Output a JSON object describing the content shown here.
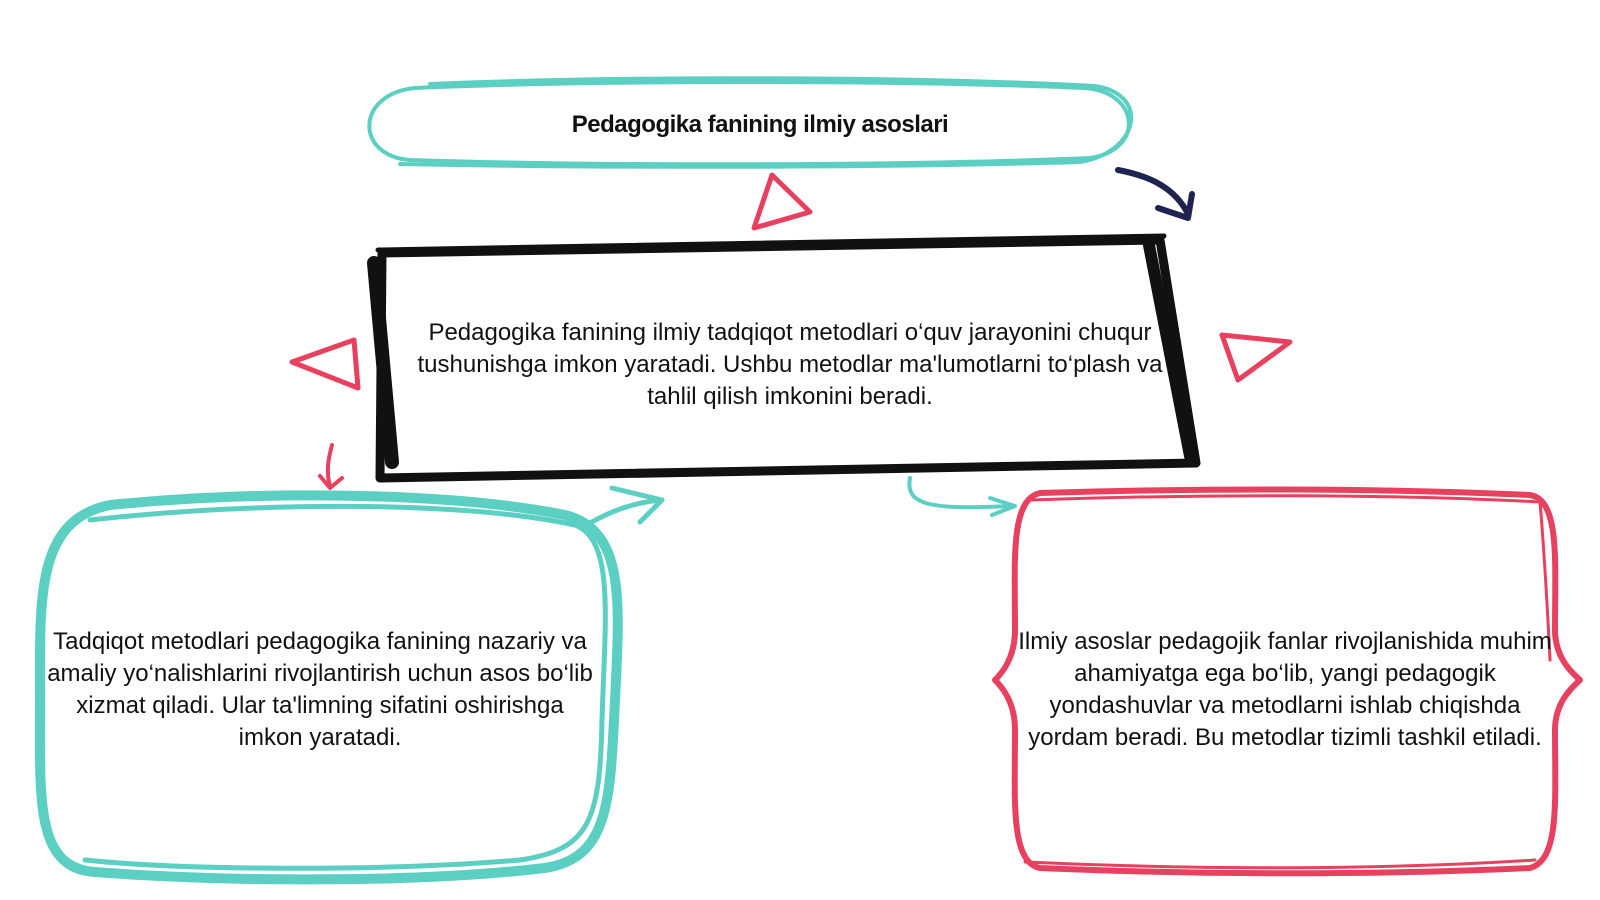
{
  "title": "Pedagogika fanining ilmiy asoslari",
  "center_text": "Pedagogika fanining ilmiy tadqiqot metodlari o‘quv jarayonini chuqur tushunishga imkon yaratadi. Ushbu metodlar ma'lumotlarni to‘plash va tahlil qilish imkonini beradi.",
  "left_text": "Tadqiqot metodlari pedagogika fanining nazariy va amaliy yo‘nalishlarini rivojlantirish uchun asos bo‘lib xizmat qiladi. Ular ta'limning sifatini oshirishga imkon yaratadi.",
  "right_text": "Ilmiy asoslar pedagojik fanlar rivojlanishida muhim ahamiyatga ega bo‘lib, yangi pedagogik yondashuvlar va metodlarni ishlab chiqishda yordam beradi. Bu metodlar tizimli tashkil etiladi.",
  "colors": {
    "teal": "#5ccfc3",
    "black": "#111111",
    "pink": "#e8405f",
    "navy": "#1f2350"
  }
}
